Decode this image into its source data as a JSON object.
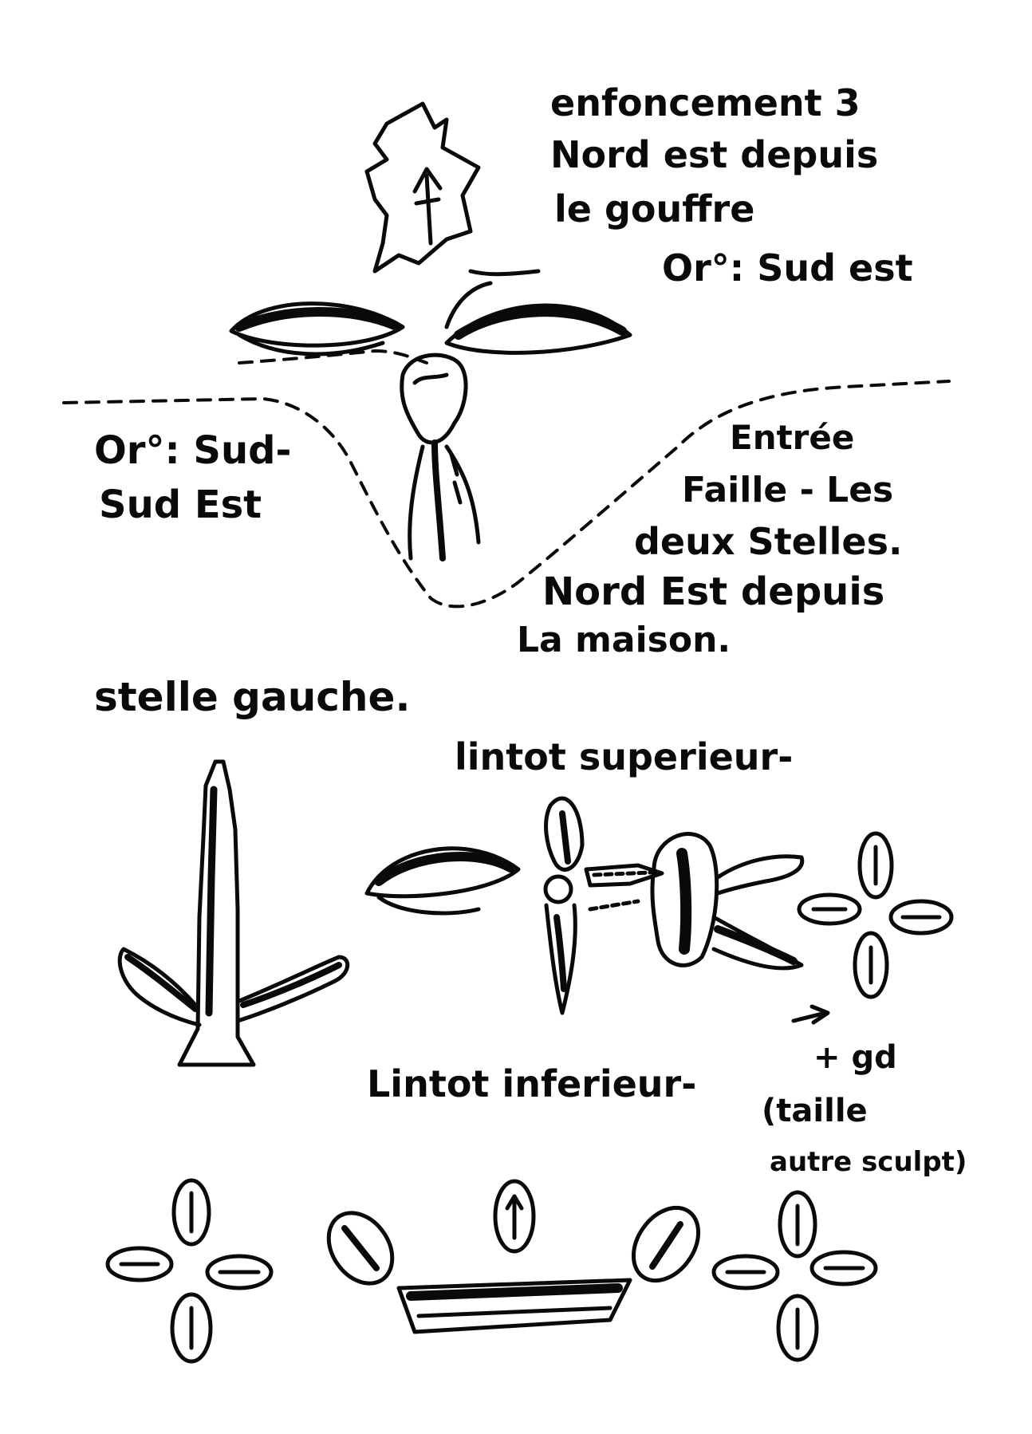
{
  "notes": {
    "recess_title": "enfoncement 3",
    "recess_line2": "Nord est depuis",
    "recess_line3": "le gouffre",
    "recess_orientation": "Or°: Sud est",
    "left_orientation_line1": "Or°: Sud-",
    "left_orientation_line2": "Sud Est",
    "entry_line1": "Entrée",
    "entry_line2": "Faille - Les",
    "entry_line3": "deux Stelles.",
    "entry_line4": "Nord Est depuis",
    "entry_line5": "La maison.",
    "left_stele_label": "stelle gauche.",
    "upper_lintel_label": "lintot superieur-",
    "lower_lintel_label": "Lintot inferieur-",
    "size_note_line1": "+ gd",
    "size_note_line2": "(taille",
    "size_note_line3": "autre sculpt)"
  },
  "colors": {
    "ink": "#0a0a0a",
    "paper": "#ffffff"
  }
}
